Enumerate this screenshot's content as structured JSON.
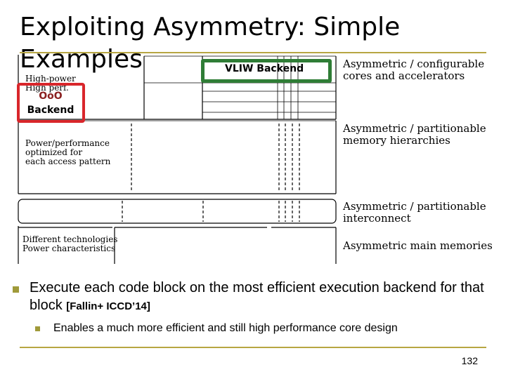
{
  "title": "Exploiting Asymmetry: Simple Examples",
  "diagram": {
    "core_labels": [
      "High-power",
      "High perf."
    ],
    "memory_label": [
      "Power/performance",
      "optimized for",
      "each access pattern"
    ],
    "main_memory_label": [
      "Different technologies",
      "Power characteristics"
    ],
    "right_labels": [
      [
        "Asymmetric / configurable",
        "cores and accelerators"
      ],
      [
        "Asymmetric / partitionable",
        "memory hierarchies"
      ],
      [
        "Asymmetric / partitionable",
        "interconnect"
      ],
      [
        "Asymmetric main memories"
      ]
    ]
  },
  "callouts": {
    "vliw": "VLIW Backend",
    "ooo_line1": "OoO",
    "ooo_line2": "Backend"
  },
  "bullets": {
    "main_text": "Execute each code block on the most efficient execution backend for that block",
    "main_cite": "[Fallin+ ICCD’14]",
    "sub_text": "Enables a much more efficient and still high performance core design"
  },
  "page_number": "132",
  "colors": {
    "green": "#2f7d36",
    "red": "#d9262b",
    "rule": "#b7a642"
  }
}
